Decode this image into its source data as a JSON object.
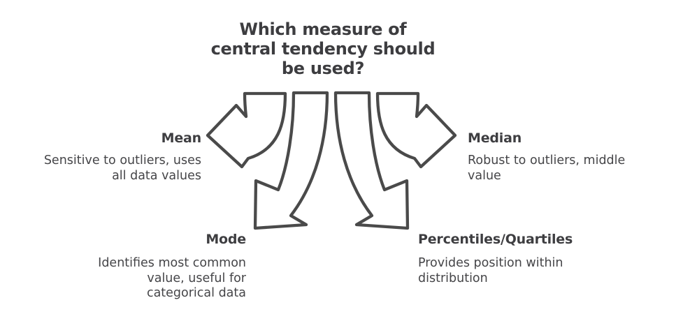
{
  "title": {
    "full": "Which measure of central tendency should be used?",
    "lines": [
      "Which measure of",
      "central tendency should",
      "be used?"
    ]
  },
  "branches": [
    {
      "label": "Mean",
      "desc": "Sensitive to outliers, uses all data values",
      "desc_lines": [
        "Sensitive to outliers, uses",
        "all data values"
      ]
    },
    {
      "label": "Median",
      "desc": "Robust to outliers, middle value",
      "desc_lines": [
        "Robust to outliers, middle",
        "value"
      ]
    },
    {
      "label": "Mode",
      "desc": "Identifies most common value, useful for categorical data",
      "desc_lines": [
        "Identifies most common",
        "value, useful for",
        "categorical data"
      ]
    },
    {
      "label": "Percentiles/Quartiles",
      "desc": "Provides position within distribution",
      "desc_lines": [
        "Provides position within",
        "distribution"
      ]
    }
  ],
  "graphic": {
    "type": "four-way-branching-arrows",
    "directions": [
      "left",
      "down-left",
      "down-right",
      "right"
    ],
    "stroke_color": "#4a4a4a",
    "fill_color": "#ffffff"
  },
  "colors": {
    "background": "#ffffff",
    "text": "#3d3d40"
  }
}
